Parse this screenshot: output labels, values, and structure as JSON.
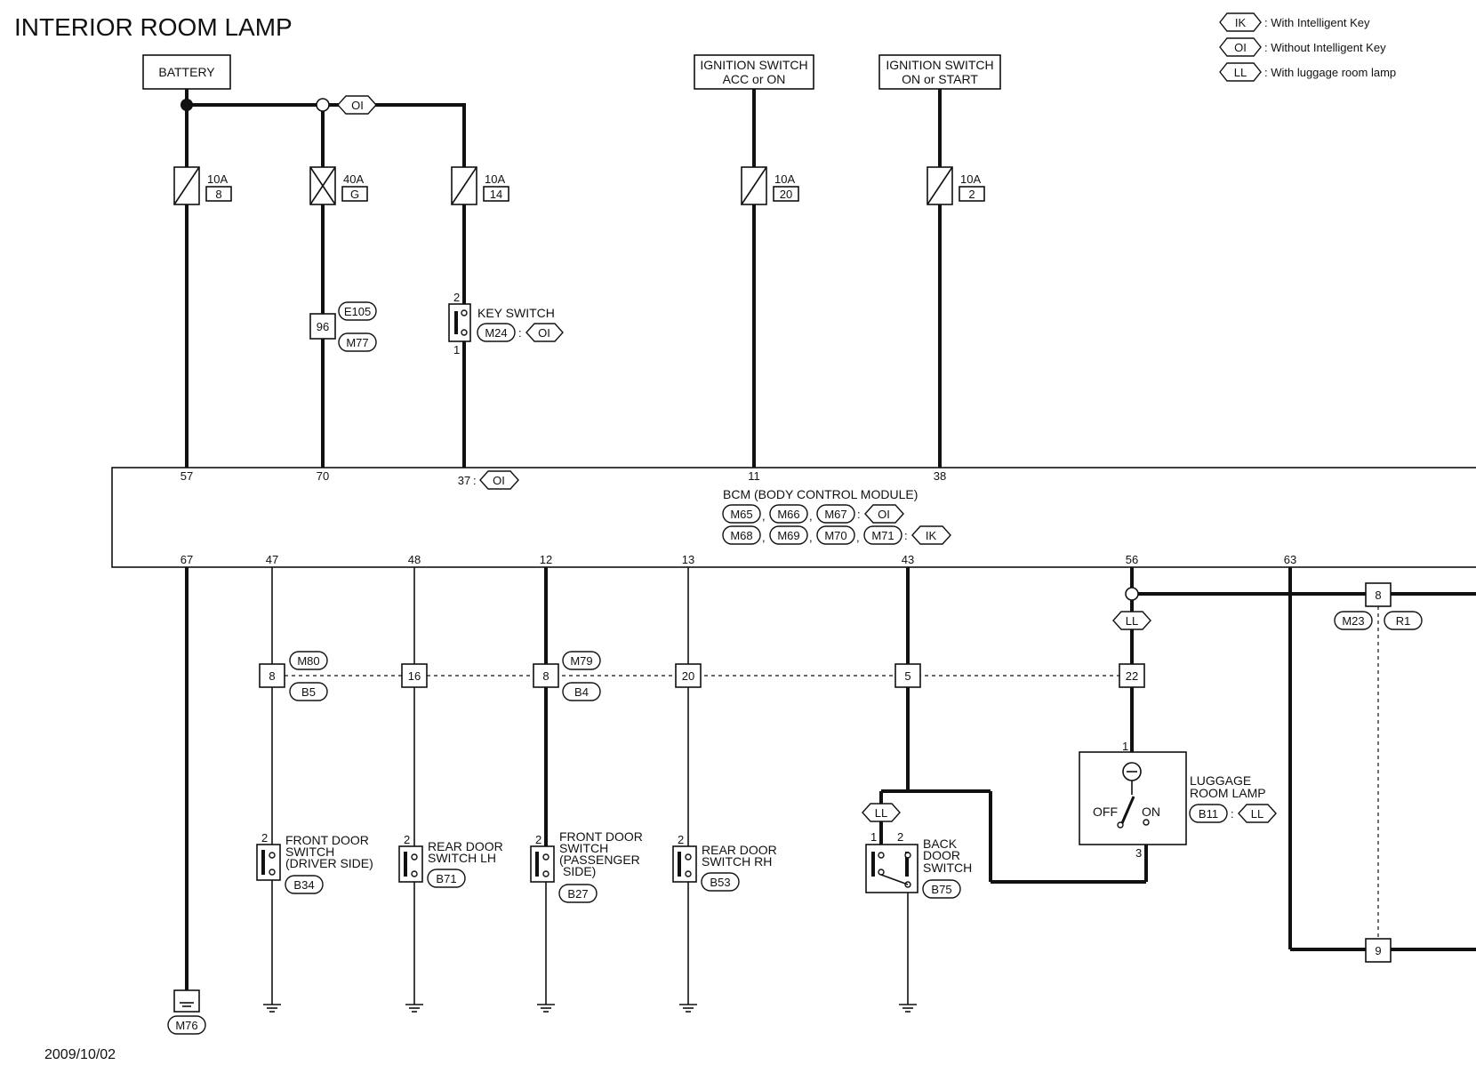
{
  "title": "INTERIOR ROOM LAMP",
  "date": "2009/10/02",
  "legend": [
    {
      "code": "IK",
      "text": ": With Intelligent Key"
    },
    {
      "code": "OI",
      "text": ": Without Intelligent Key"
    },
    {
      "code": "LL",
      "text": ": With luggage room lamp"
    }
  ],
  "sources": {
    "battery": "BATTERY",
    "ign_acc_1": "IGNITION SWITCH",
    "ign_acc_2": "ACC or ON",
    "ign_start_1": "IGNITION SWITCH",
    "ign_start_2": "ON or START"
  },
  "fuses": [
    {
      "amp": "10A",
      "num": "8"
    },
    {
      "amp": "40A",
      "num": "G"
    },
    {
      "amp": "10A",
      "num": "14"
    },
    {
      "amp": "10A",
      "num": "20"
    },
    {
      "amp": "10A",
      "num": "2"
    }
  ],
  "oi": "OI",
  "ik": "IK",
  "ll": "LL",
  "e105_connector": {
    "pin": "96",
    "c1": "E105",
    "c2": "M77"
  },
  "key_switch": {
    "label": "KEY SWITCH",
    "conn": "M24",
    "pin_top": "2",
    "pin_bottom": "1",
    "colon": ":"
  },
  "bcm": {
    "label": "BCM (BODY CONTROL MODULE)",
    "connectors_row1": [
      "M65",
      "M66",
      "M67"
    ],
    "connectors_row2": [
      "M68",
      "M69",
      "M70",
      "M71"
    ],
    "top_pins": [
      "57",
      "70",
      "37",
      "11",
      "38"
    ],
    "bottom_pins": [
      "67",
      "47",
      "48",
      "12",
      "13",
      "43",
      "56",
      "63"
    ],
    "sep_comma": ",",
    "sep_colon": ":"
  },
  "inline": {
    "m80": "M80",
    "b5": "B5",
    "m79": "M79",
    "b4": "B4",
    "m23": "M23",
    "r1": "R1",
    "pins": [
      "8",
      "16",
      "8",
      "20",
      "5",
      "22",
      "8",
      "9"
    ]
  },
  "ground": "M76",
  "switches": [
    {
      "l1": "FRONT DOOR",
      "l2": "SWITCH",
      "l3": "(DRIVER SIDE)",
      "l4": "",
      "conn": "B34",
      "pin": "2"
    },
    {
      "l1": "REAR DOOR",
      "l2": "SWITCH LH",
      "l3": "",
      "l4": "",
      "conn": "B71",
      "pin": "2"
    },
    {
      "l1": "FRONT DOOR",
      "l2": "SWITCH",
      "l3": "(PASSENGER",
      "l4": "SIDE)",
      "conn": "B27",
      "pin": "2"
    },
    {
      "l1": "REAR DOOR",
      "l2": "SWITCH RH",
      "l3": "",
      "l4": "",
      "conn": "B53",
      "pin": "2"
    }
  ],
  "back_door": {
    "l1": "BACK",
    "l2": "DOOR",
    "l3": "SWITCH",
    "conn": "B75",
    "pin1": "1",
    "pin2": "2"
  },
  "luggage": {
    "l1": "LUGGAGE",
    "l2": "ROOM LAMP",
    "conn": "B11",
    "off": "OFF",
    "on": "ON",
    "pin1": "1",
    "pin3": "3"
  }
}
